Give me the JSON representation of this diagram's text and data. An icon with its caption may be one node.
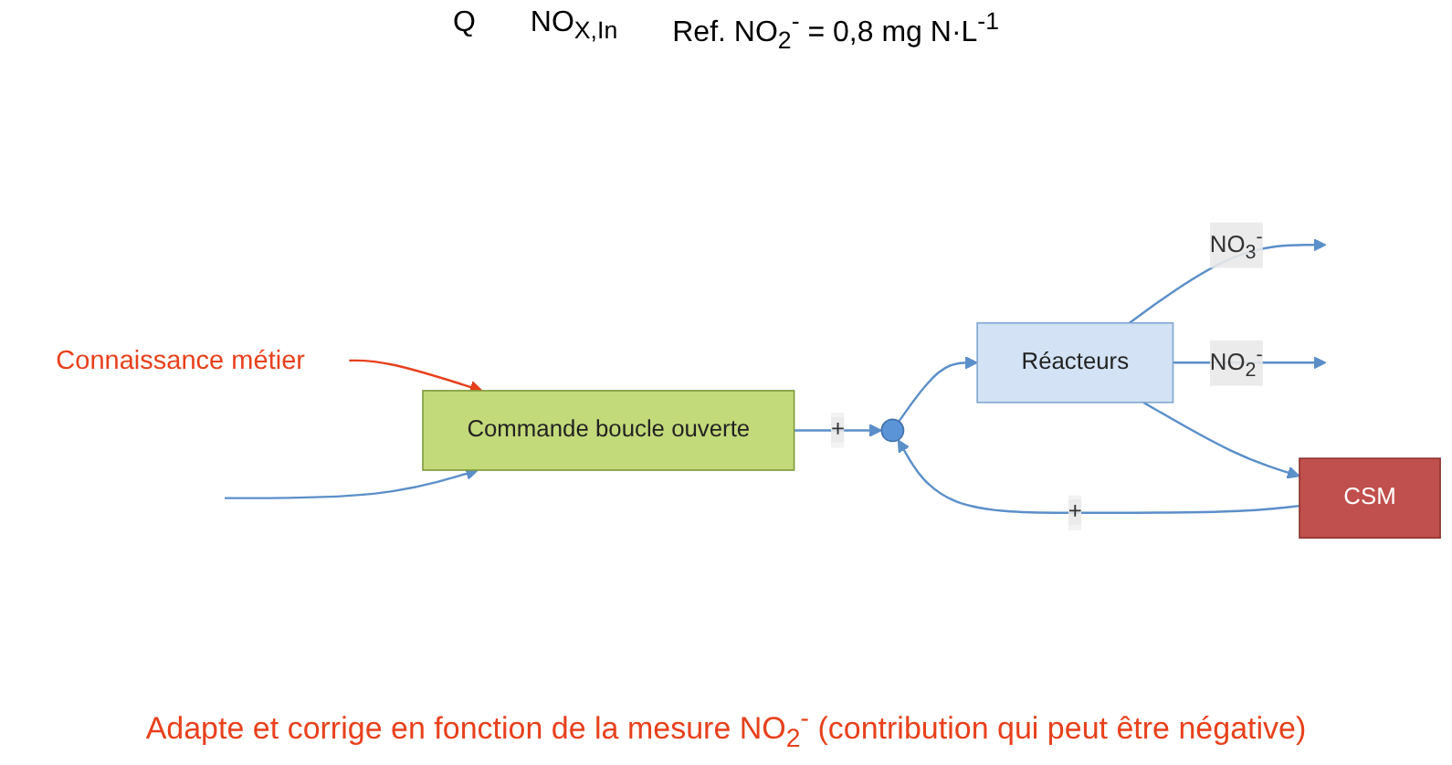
{
  "diagram": {
    "caption": "Adapte et corrige en fonction de la mesure NO$_{2}$$^{-}$ (contribution qui peut être négative)",
    "nodes": [
      {
        "text": [
          "Connaissance métier"
        ]
      },
      {
        "text": [
          "Commande boucle ouverte"
        ]
      },
      {
        "text": [],
        "shape": "circle"
      },
      {
        "text": [
          "Réacteurs"
        ]
      },
      {
        "text": [
          "CSM"
        ]
      }
    ],
    "edges": [
      {
        "from": 0,
        "to": 1,
        "arrow": "to",
        "color": "#e8401c"
      },
      {
        "from": null,
        "to": 1,
        "arrow": "to"
      },
      {
        "from": 1,
        "to": 2,
        "arrow": "to",
        "label": "+"
      },
      {
        "from": 2,
        "to": 3,
        "arrow": "to"
      },
      {
        "from": 3,
        "to": null,
        "arrow": "to",
        "label": "NO$_{3}$$^{-}$"
      },
      {
        "from": 3,
        "to": null,
        "arrow": "to",
        "label": "NO$_{2}$$^{-}$"
      },
      {
        "from": 3,
        "to": 4,
        "arrow": "to"
      },
      {
        "from": 4,
        "to": 2,
        "arrow": "to",
        "label": "+"
      }
    ],
    "labels": [
      "Q",
      "NO$_{X,In}$",
      "Ref. NO$_{2}$$^{-}$ = 0,8 mg N·L$^{-1}$"
    ]
  }
}
